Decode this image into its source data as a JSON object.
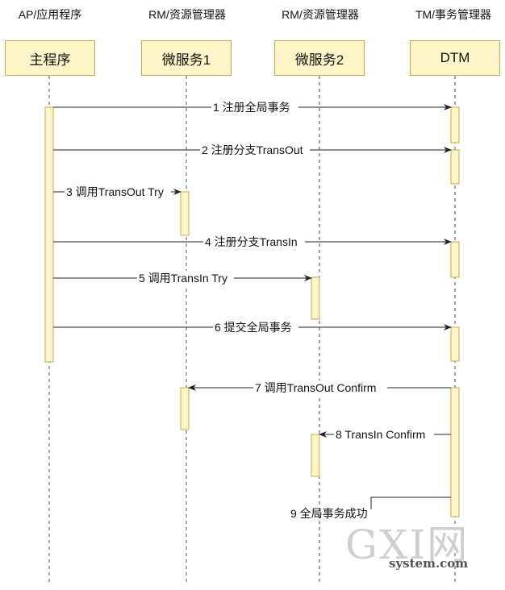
{
  "participants": [
    {
      "role": "AP/应用程序",
      "name": "主程序"
    },
    {
      "role": "RM/资源管理器",
      "name": "微服务1"
    },
    {
      "role": "RM/资源管理器",
      "name": "微服务2"
    },
    {
      "role": "TM/事务管理器",
      "name": "DTM"
    }
  ],
  "messages": [
    {
      "label": "1 注册全局事务"
    },
    {
      "label": "2 注册分支TransOut"
    },
    {
      "label": "3 调用TransOut Try"
    },
    {
      "label": "4 注册分支TransIn"
    },
    {
      "label": "5 调用TransIn Try"
    },
    {
      "label": "6 提交全局事务"
    },
    {
      "label": "7 调用TransOut Confirm"
    },
    {
      "label": "8 TransIn Confirm"
    },
    {
      "label": "9 全局事务成功"
    }
  ],
  "watermark": {
    "main": "GXI网",
    "sub": "system.com"
  },
  "colors": {
    "activation_fill": "#fff5c8",
    "activation_border": "#c8a850",
    "line": "#222222"
  }
}
